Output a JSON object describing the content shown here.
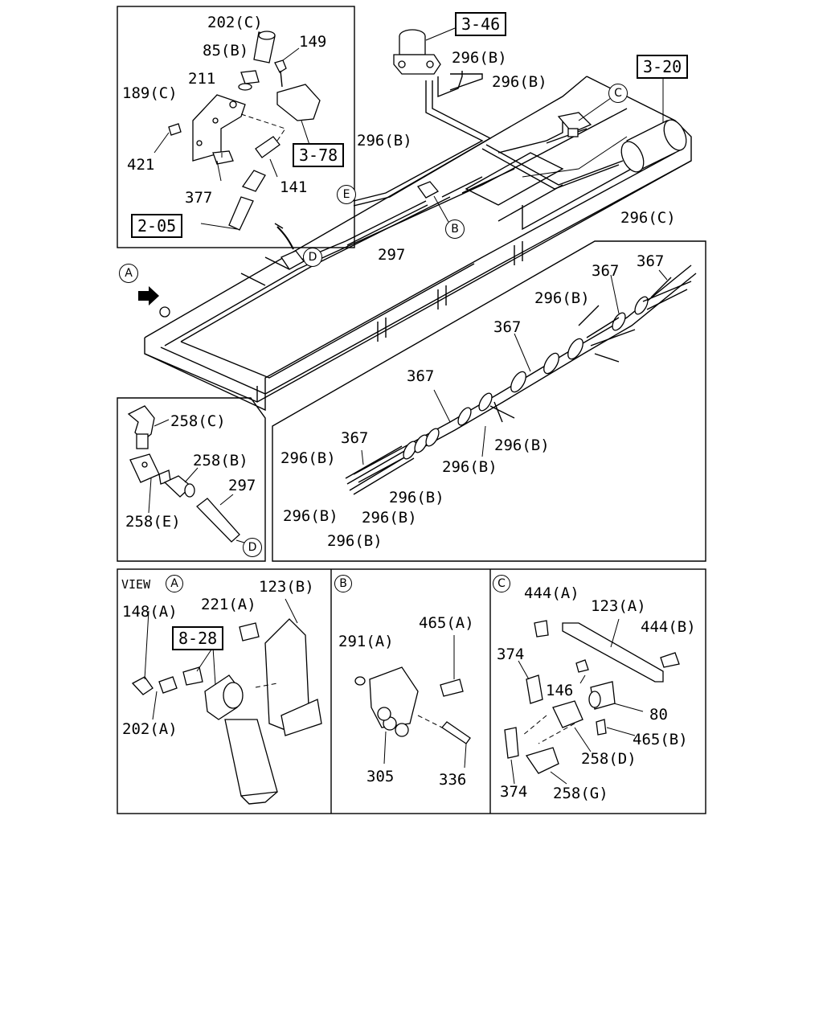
{
  "diagram": {
    "ref_boxes": {
      "r346": "3-46",
      "r320": "3-20",
      "r378": "3-78",
      "r205": "2-05",
      "r828": "8-28"
    },
    "view_circles": {
      "A": "A",
      "B": "B",
      "C": "C",
      "D": "D",
      "E": "E"
    },
    "labels": {
      "p202c": "202(C)",
      "p85b": "85(B)",
      "p149": "149",
      "p211": "211",
      "p189c": "189(C)",
      "p421": "421",
      "p377": "377",
      "p141": "141",
      "p296b_1": "296(B)",
      "p296b_2": "296(B)",
      "p296b_3": "296(B)",
      "p296c": "296(C)",
      "p297_main": "297",
      "p367_1": "367",
      "p367_2": "367",
      "p367_3": "367",
      "p367_4": "367",
      "p367_5": "367",
      "p296b_4": "296(B)",
      "p296b_5": "296(B)",
      "p296b_6": "296(B)",
      "p296b_7": "296(B)",
      "p296b_8": "296(B)",
      "p296b_9": "296(B)",
      "p296b_10": "296(B)",
      "p296b_11": "296(B)",
      "p258c": "258(C)",
      "p258b": "258(B)",
      "p297_d": "297",
      "p258e": "258(E)",
      "view_a": "VIEW",
      "p123b": "123(B)",
      "p148a": "148(A)",
      "p221a": "221(A)",
      "p202a": "202(A)",
      "p291a": "291(A)",
      "p465a": "465(A)",
      "p305": "305",
      "p336": "336",
      "p444a": "444(A)",
      "p123a": "123(A)",
      "p444b": "444(B)",
      "p374_1": "374",
      "p146": "146",
      "p80": "80",
      "p465b": "465(B)",
      "p258d": "258(D)",
      "p374_2": "374",
      "p258g": "258(G)"
    }
  }
}
